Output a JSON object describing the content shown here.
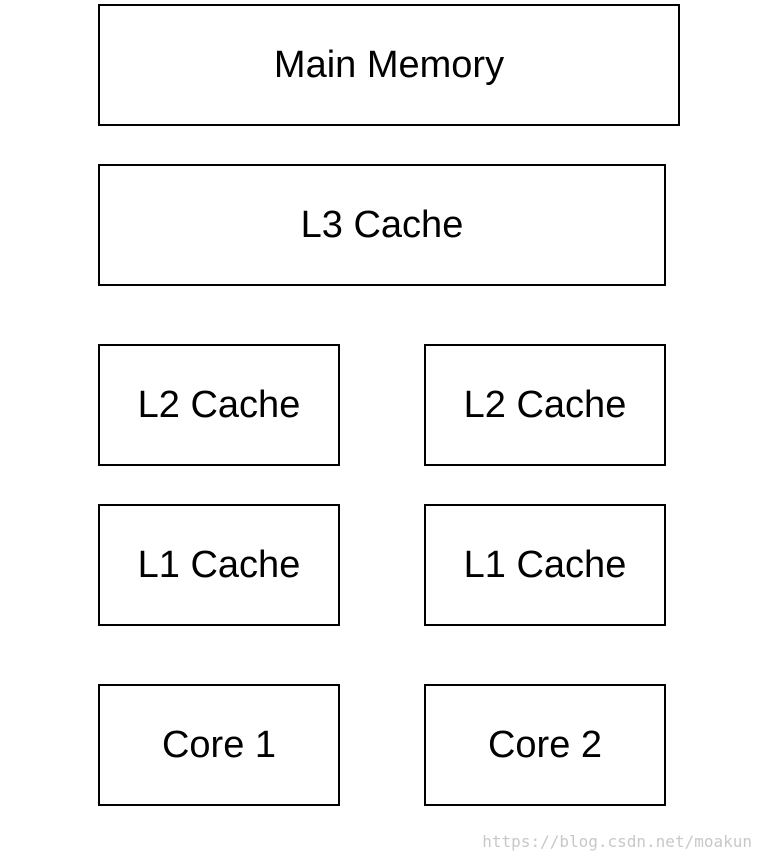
{
  "diagram": {
    "main_memory": "Main Memory",
    "l3_cache": "L3 Cache",
    "l2_cache_left": "L2 Cache",
    "l2_cache_right": "L2 Cache",
    "l1_cache_left": "L1 Cache",
    "l1_cache_right": "L1 Cache",
    "core_1": "Core 1",
    "core_2": "Core 2"
  },
  "watermark": "https://blog.csdn.net/moakun",
  "colors": {
    "border": "#000000",
    "background": "#ffffff",
    "watermark": "#c8c8c8"
  }
}
